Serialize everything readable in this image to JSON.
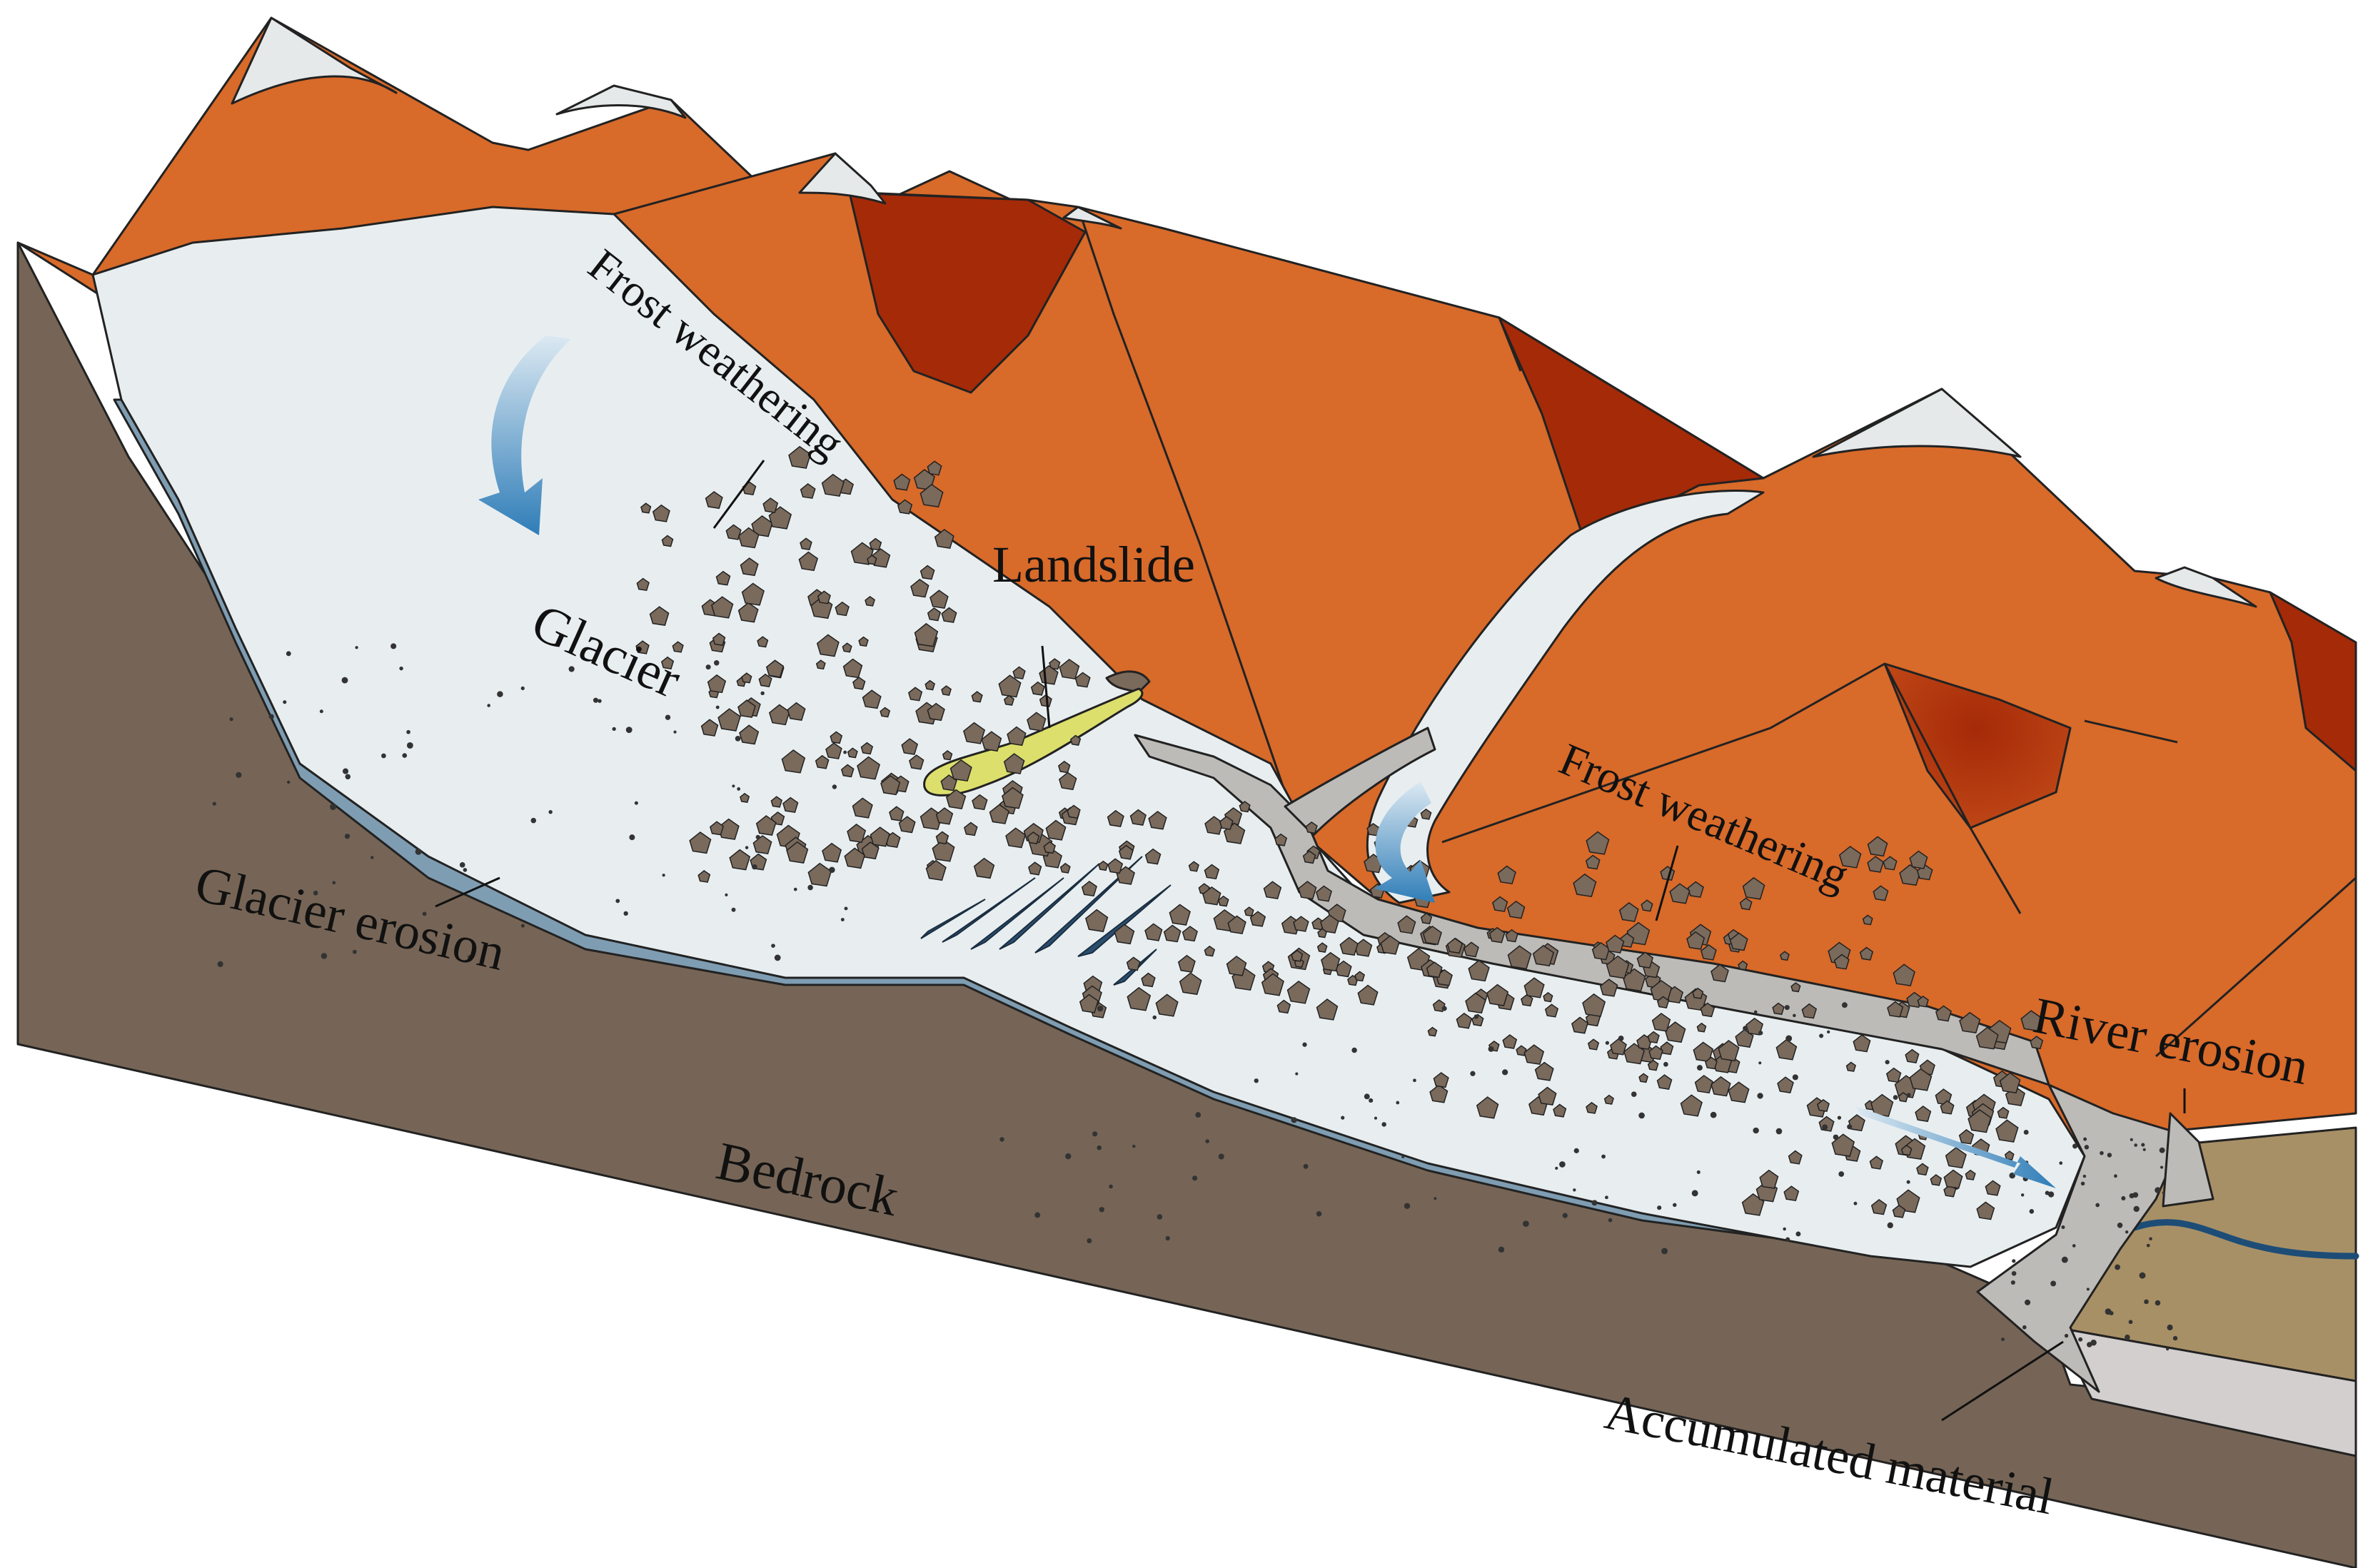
{
  "labels": {
    "frost_weathering_upper": "Frost weathering",
    "landslide": "Landslide",
    "glacier": "Glacier",
    "glacier_erosion": "Glacier erosion",
    "frost_weathering_lower": "Frost weathering",
    "river_erosion": "River erosion",
    "bedrock": "Bedrock",
    "accumulated_material": "Accumulated material"
  },
  "colors": {
    "mountain": "#D86A2A",
    "mountain_shadow": "#A52A08",
    "snow": "#E6E9EA",
    "glacier": "#E8EEF0",
    "ice_base": "#7F9DB2",
    "bedrock": "#766556",
    "debris": "#7A6A5C",
    "moraine": "#BDBBB8",
    "landslide": "#DCDF6C",
    "sediment": "#A89066",
    "sediment_lower": "#D3CFCF",
    "river": "#1D4D77",
    "flow_arrow": "#2F7DB8"
  }
}
